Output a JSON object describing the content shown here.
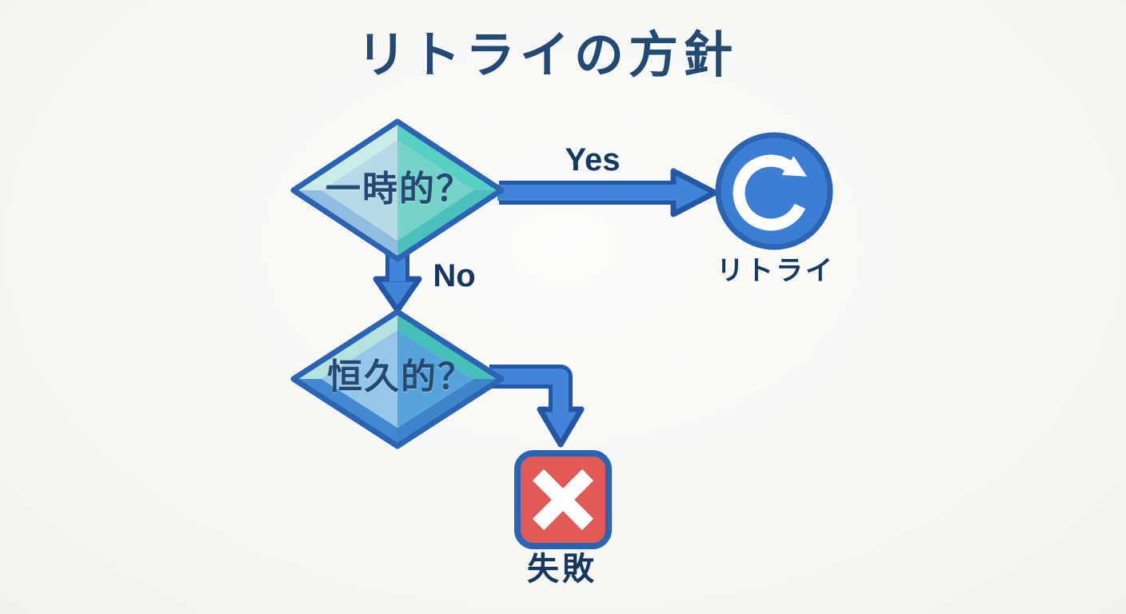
{
  "title": "リトライの方針",
  "palette": {
    "text_navy": "#234a73",
    "label_navy": "#16375f",
    "arrow_blue": "#4285d8",
    "arrow_outline": "#2456a6",
    "node_border": "#2c64b4",
    "circle_blue": "#3c7ed2",
    "failure_red": "#e25a55",
    "diamond_teal": "#57cfc2",
    "diamond_light_blue": "#b9d9e6",
    "background": "#f8f8f5"
  },
  "nodes": {
    "decision_transient": {
      "label": "一時的？",
      "type": "decision"
    },
    "decision_permanent": {
      "label": "恒久的？",
      "type": "decision"
    },
    "retry": {
      "label": "リトライ",
      "icon": "refresh-icon"
    },
    "failure": {
      "label": "失敗",
      "icon": "x-icon"
    }
  },
  "edges": {
    "yes": {
      "label": "Yes",
      "from": "decision_transient",
      "to": "retry"
    },
    "no": {
      "label": "No",
      "from": "decision_transient",
      "to": "decision_permanent"
    },
    "permanent_to_failure": {
      "from": "decision_permanent",
      "to": "failure"
    }
  }
}
